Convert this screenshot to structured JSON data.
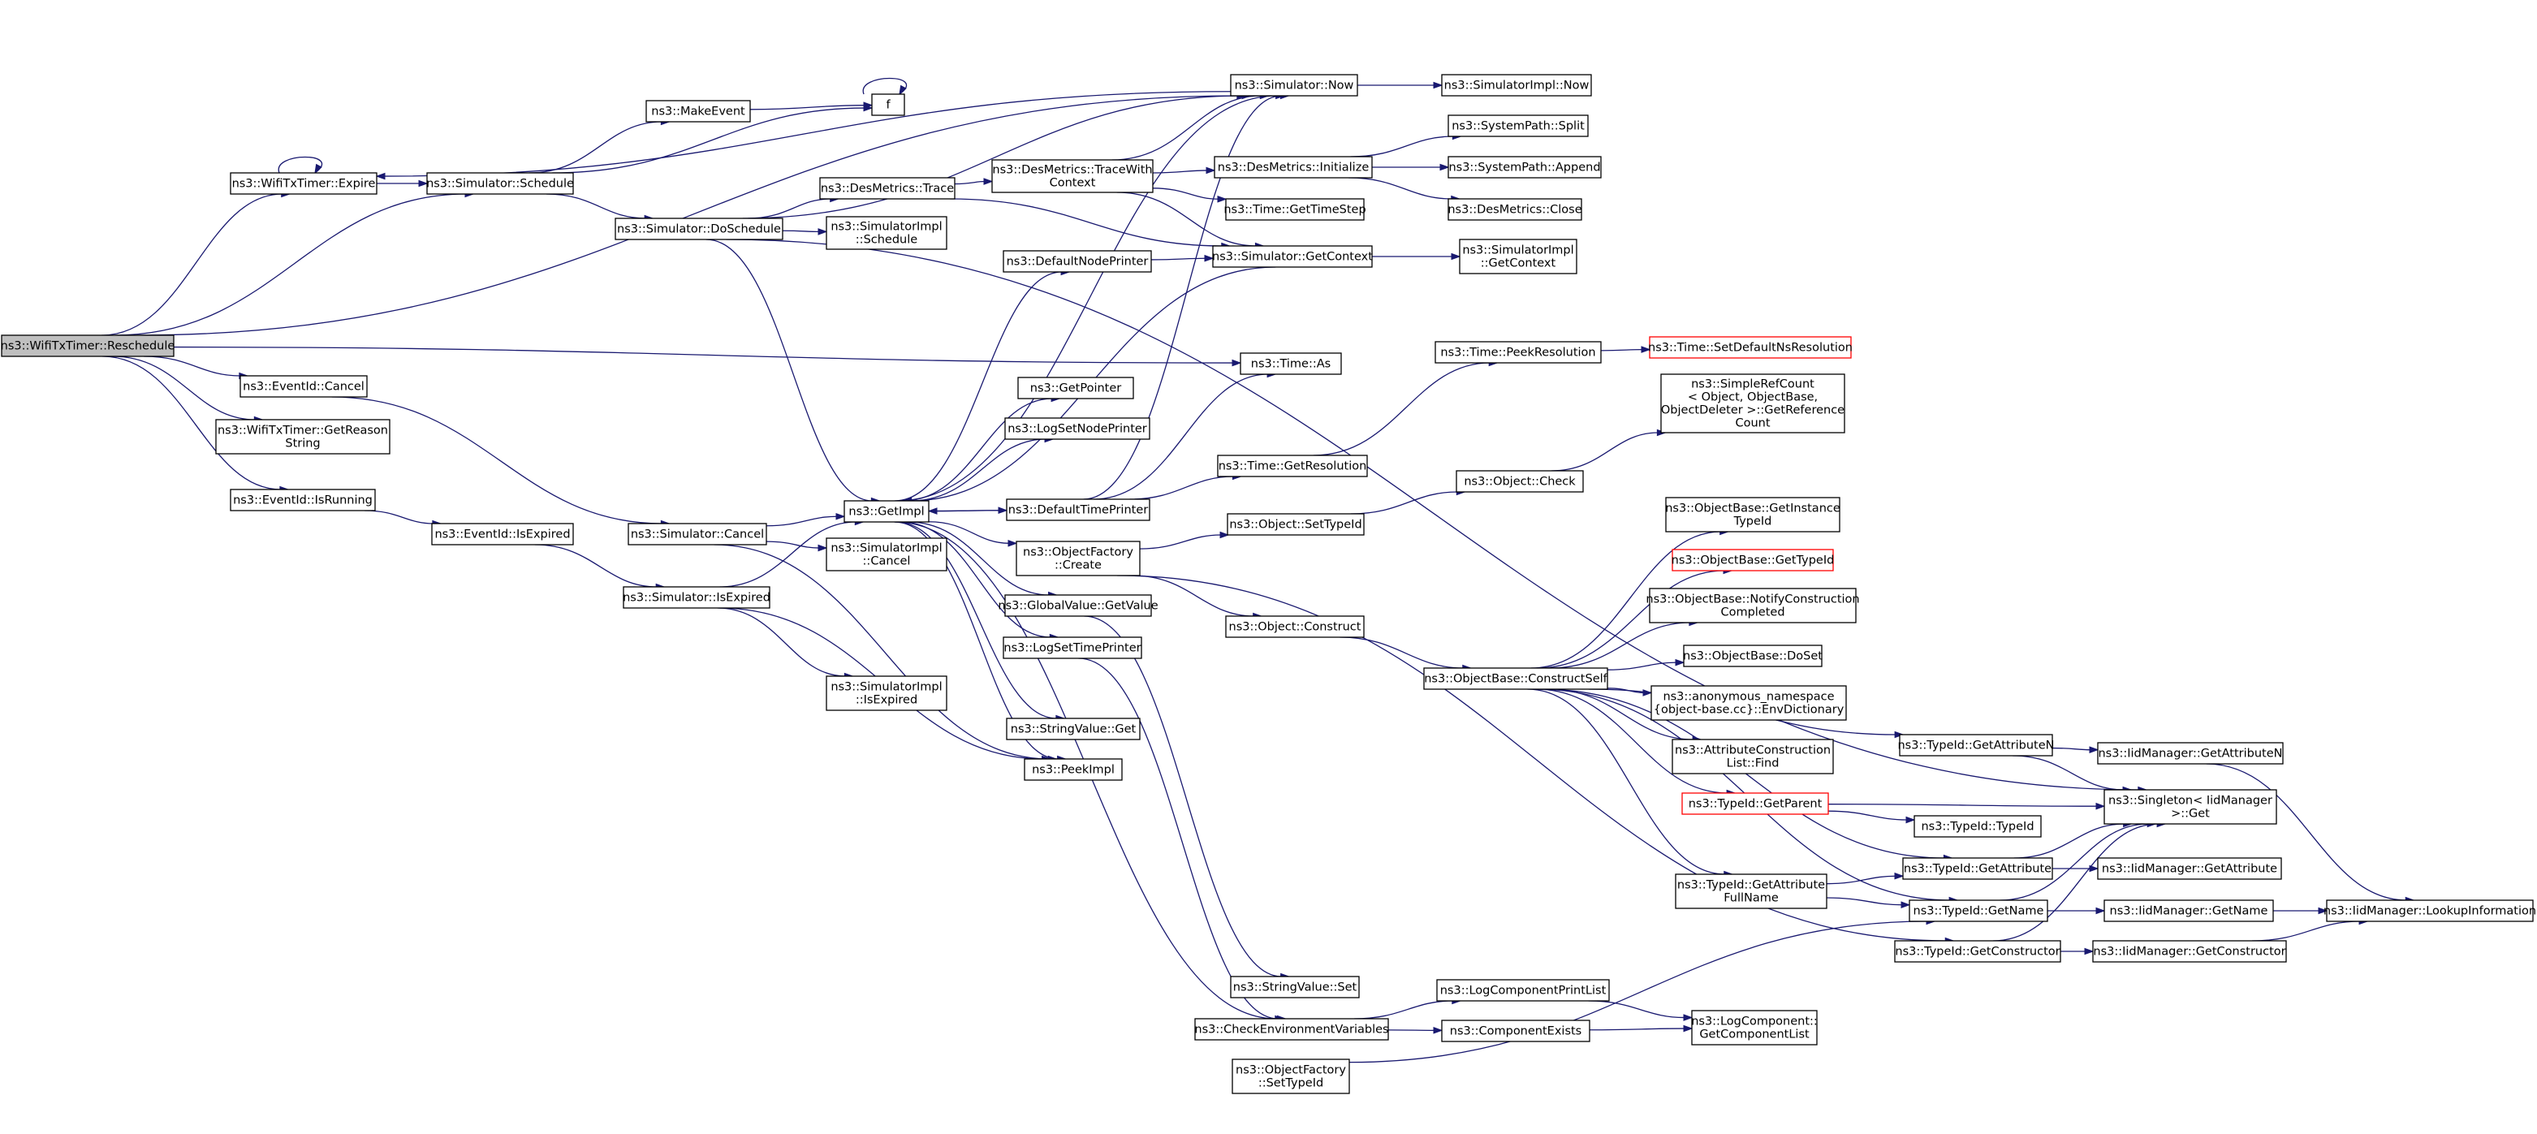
{
  "graph": {
    "nodes": [
      {
        "id": "reschedule",
        "lines": [
          "ns3::WifiTxTimer::Reschedule"
        ],
        "style": "root"
      },
      {
        "id": "expire",
        "lines": [
          "ns3::WifiTxTimer::Expire"
        ]
      },
      {
        "id": "sim_schedule",
        "lines": [
          "ns3::Simulator::Schedule"
        ]
      },
      {
        "id": "make_event",
        "lines": [
          "ns3::MakeEvent"
        ]
      },
      {
        "id": "f",
        "lines": [
          "f"
        ]
      },
      {
        "id": "sim_now",
        "lines": [
          "ns3::Simulator::Now"
        ]
      },
      {
        "id": "simimpl_now",
        "lines": [
          "ns3::SimulatorImpl::Now"
        ]
      },
      {
        "id": "sim_doschedule",
        "lines": [
          "ns3::Simulator::DoSchedule"
        ]
      },
      {
        "id": "desm_trace",
        "lines": [
          "ns3::DesMetrics::Trace"
        ]
      },
      {
        "id": "desm_tracewithctx",
        "lines": [
          "ns3::DesMetrics::TraceWith",
          "Context"
        ]
      },
      {
        "id": "desm_init",
        "lines": [
          "ns3::DesMetrics::Initialize"
        ]
      },
      {
        "id": "syspath_split",
        "lines": [
          "ns3::SystemPath::Split"
        ]
      },
      {
        "id": "syspath_append",
        "lines": [
          "ns3::SystemPath::Append"
        ]
      },
      {
        "id": "desm_close",
        "lines": [
          "ns3::DesMetrics::Close"
        ]
      },
      {
        "id": "time_gettimestep",
        "lines": [
          "ns3::Time::GetTimeStep"
        ]
      },
      {
        "id": "simimpl_schedule",
        "lines": [
          "ns3::SimulatorImpl",
          "::Schedule"
        ]
      },
      {
        "id": "default_node_printer",
        "lines": [
          "ns3::DefaultNodePrinter"
        ]
      },
      {
        "id": "sim_getcontext",
        "lines": [
          "ns3::Simulator::GetContext"
        ]
      },
      {
        "id": "simimpl_getcontext",
        "lines": [
          "ns3::SimulatorImpl",
          "::GetContext"
        ]
      },
      {
        "id": "eventid_cancel",
        "lines": [
          "ns3::EventId::Cancel"
        ]
      },
      {
        "id": "getreason",
        "lines": [
          "ns3::WifiTxTimer::GetReason",
          "String"
        ]
      },
      {
        "id": "eventid_isrunning",
        "lines": [
          "ns3::EventId::IsRunning"
        ]
      },
      {
        "id": "eventid_isexpired",
        "lines": [
          "ns3::EventId::IsExpired"
        ]
      },
      {
        "id": "sim_cancel",
        "lines": [
          "ns3::Simulator::Cancel"
        ]
      },
      {
        "id": "sim_isexpired",
        "lines": [
          "ns3::Simulator::IsExpired"
        ]
      },
      {
        "id": "get_impl",
        "lines": [
          "ns3::GetImpl"
        ]
      },
      {
        "id": "simimpl_cancel",
        "lines": [
          "ns3::SimulatorImpl",
          "::Cancel"
        ]
      },
      {
        "id": "simimpl_isexpired",
        "lines": [
          "ns3::SimulatorImpl",
          "::IsExpired"
        ]
      },
      {
        "id": "time_as",
        "lines": [
          "ns3::Time::As"
        ]
      },
      {
        "id": "time_peekres",
        "lines": [
          "ns3::Time::PeekResolution"
        ]
      },
      {
        "id": "time_setdefault",
        "lines": [
          "ns3::Time::SetDefaultNsResolution"
        ],
        "style": "red"
      },
      {
        "id": "get_pointer",
        "lines": [
          "ns3::GetPointer"
        ]
      },
      {
        "id": "log_setnodeprinter",
        "lines": [
          "ns3::LogSetNodePrinter"
        ]
      },
      {
        "id": "default_time_printer",
        "lines": [
          "ns3::DefaultTimePrinter"
        ]
      },
      {
        "id": "time_getres",
        "lines": [
          "ns3::Time::GetResolution"
        ]
      },
      {
        "id": "simplerefcount",
        "lines": [
          "ns3::SimpleRefCount",
          "< Object, ObjectBase,",
          "ObjectDeleter >::GetReference",
          "Count"
        ]
      },
      {
        "id": "object_check",
        "lines": [
          "ns3::Object::Check"
        ]
      },
      {
        "id": "object_settypeid",
        "lines": [
          "ns3::Object::SetTypeId"
        ]
      },
      {
        "id": "objfactory_create",
        "lines": [
          "ns3::ObjectFactory",
          "::Create"
        ]
      },
      {
        "id": "globalvalue_getvalue",
        "lines": [
          "ns3::GlobalValue::GetValue"
        ]
      },
      {
        "id": "log_settimeprinter",
        "lines": [
          "ns3::LogSetTimePrinter"
        ]
      },
      {
        "id": "object_construct",
        "lines": [
          "ns3::Object::Construct"
        ]
      },
      {
        "id": "ob_getinstancetypeid",
        "lines": [
          "ns3::ObjectBase::GetInstance",
          "TypeId"
        ]
      },
      {
        "id": "ob_gettypeid",
        "lines": [
          "ns3::ObjectBase::GetTypeId"
        ],
        "style": "red"
      },
      {
        "id": "ob_notify",
        "lines": [
          "ns3::ObjectBase::NotifyConstruction",
          "Completed"
        ]
      },
      {
        "id": "ob_constructself",
        "lines": [
          "ns3::ObjectBase::ConstructSelf"
        ]
      },
      {
        "id": "ob_doset",
        "lines": [
          "ns3::ObjectBase::DoSet"
        ]
      },
      {
        "id": "anon_envdict",
        "lines": [
          "ns3::anonymous_namespace",
          "{object-base.cc}::EnvDictionary"
        ]
      },
      {
        "id": "attrconstr_find",
        "lines": [
          "ns3::AttributeConstruction",
          "List::Find"
        ]
      },
      {
        "id": "stringvalue_get",
        "lines": [
          "ns3::StringValue::Get"
        ]
      },
      {
        "id": "peek_impl",
        "lines": [
          "ns3::PeekImpl"
        ]
      },
      {
        "id": "typeid_getattrn",
        "lines": [
          "ns3::TypeId::GetAttributeN"
        ]
      },
      {
        "id": "iid_getattrn",
        "lines": [
          "ns3::IidManager::GetAttributeN"
        ]
      },
      {
        "id": "singleton_get",
        "lines": [
          "ns3::Singleton< IidManager",
          ">::Get"
        ]
      },
      {
        "id": "typeid_getparent",
        "lines": [
          "ns3::TypeId::GetParent"
        ],
        "style": "red"
      },
      {
        "id": "typeid_typeid",
        "lines": [
          "ns3::TypeId::TypeId"
        ]
      },
      {
        "id": "typeid_getattr",
        "lines": [
          "ns3::TypeId::GetAttribute"
        ]
      },
      {
        "id": "iid_getattr",
        "lines": [
          "ns3::IidManager::GetAttribute"
        ]
      },
      {
        "id": "typeid_getattrfullname",
        "lines": [
          "ns3::TypeId::GetAttribute",
          "FullName"
        ]
      },
      {
        "id": "typeid_getname",
        "lines": [
          "ns3::TypeId::GetName"
        ]
      },
      {
        "id": "iid_getname",
        "lines": [
          "ns3::IidManager::GetName"
        ]
      },
      {
        "id": "iid_lookup",
        "lines": [
          "ns3::IidManager::LookupInformation"
        ]
      },
      {
        "id": "typeid_getconstructor",
        "lines": [
          "ns3::TypeId::GetConstructor"
        ]
      },
      {
        "id": "iid_getconstructor",
        "lines": [
          "ns3::IidManager::GetConstructor"
        ]
      },
      {
        "id": "stringvalue_set",
        "lines": [
          "ns3::StringValue::Set"
        ]
      },
      {
        "id": "log_componentprintlist",
        "lines": [
          "ns3::LogComponentPrintList"
        ]
      },
      {
        "id": "check_env",
        "lines": [
          "ns3::CheckEnvironmentVariables"
        ]
      },
      {
        "id": "component_exists",
        "lines": [
          "ns3::ComponentExists"
        ]
      },
      {
        "id": "log_getcomponentlist",
        "lines": [
          "ns3::LogComponent::",
          "GetComponentList"
        ]
      },
      {
        "id": "objfactory_settypeid",
        "lines": [
          "ns3::ObjectFactory",
          "::SetTypeId"
        ]
      }
    ],
    "edges": [
      [
        "reschedule",
        "sim_now"
      ],
      [
        "reschedule",
        "expire"
      ],
      [
        "reschedule",
        "sim_schedule"
      ],
      [
        "reschedule",
        "time_as"
      ],
      [
        "reschedule",
        "eventid_cancel"
      ],
      [
        "reschedule",
        "getreason"
      ],
      [
        "reschedule",
        "eventid_isrunning"
      ],
      [
        "expire",
        "expire"
      ],
      [
        "expire",
        "sim_schedule"
      ],
      [
        "sim_schedule",
        "make_event"
      ],
      [
        "sim_schedule",
        "f"
      ],
      [
        "sim_schedule",
        "sim_doschedule"
      ],
      [
        "make_event",
        "f"
      ],
      [
        "f",
        "f"
      ],
      [
        "sim_now",
        "expire"
      ],
      [
        "sim_now",
        "simimpl_now"
      ],
      [
        "sim_doschedule",
        "sim_now"
      ],
      [
        "sim_doschedule",
        "desm_trace"
      ],
      [
        "sim_doschedule",
        "simimpl_schedule"
      ],
      [
        "sim_doschedule",
        "get_impl"
      ],
      [
        "sim_doschedule",
        "singleton_get"
      ],
      [
        "desm_trace",
        "desm_tracewithctx"
      ],
      [
        "desm_trace",
        "sim_getcontext"
      ],
      [
        "desm_tracewithctx",
        "sim_now"
      ],
      [
        "desm_tracewithctx",
        "desm_init"
      ],
      [
        "desm_tracewithctx",
        "time_gettimestep"
      ],
      [
        "desm_tracewithctx",
        "sim_getcontext"
      ],
      [
        "desm_init",
        "syspath_split"
      ],
      [
        "desm_init",
        "syspath_append"
      ],
      [
        "desm_init",
        "desm_close"
      ],
      [
        "default_node_printer",
        "sim_getcontext"
      ],
      [
        "sim_getcontext",
        "simimpl_getcontext"
      ],
      [
        "sim_getcontext",
        "get_impl"
      ],
      [
        "eventid_cancel",
        "sim_cancel"
      ],
      [
        "eventid_isrunning",
        "eventid_isexpired"
      ],
      [
        "eventid_isexpired",
        "sim_isexpired"
      ],
      [
        "sim_cancel",
        "get_impl"
      ],
      [
        "sim_cancel",
        "simimpl_cancel"
      ],
      [
        "sim_cancel",
        "peek_impl"
      ],
      [
        "sim_isexpired",
        "get_impl"
      ],
      [
        "sim_isexpired",
        "simimpl_isexpired"
      ],
      [
        "sim_isexpired",
        "peek_impl"
      ],
      [
        "get_impl",
        "sim_now"
      ],
      [
        "get_impl",
        "default_node_printer"
      ],
      [
        "get_impl",
        "get_pointer"
      ],
      [
        "get_impl",
        "log_setnodeprinter"
      ],
      [
        "get_impl",
        "default_time_printer"
      ],
      [
        "get_impl",
        "objfactory_create"
      ],
      [
        "get_impl",
        "globalvalue_getvalue"
      ],
      [
        "get_impl",
        "log_settimeprinter"
      ],
      [
        "get_impl",
        "stringvalue_get"
      ],
      [
        "get_impl",
        "peek_impl"
      ],
      [
        "get_impl",
        "check_env"
      ],
      [
        "default_time_printer",
        "sim_now"
      ],
      [
        "default_time_printer",
        "time_as"
      ],
      [
        "default_time_printer",
        "time_getres"
      ],
      [
        "default_time_printer",
        "get_impl"
      ],
      [
        "time_getres",
        "time_peekres"
      ],
      [
        "time_peekres",
        "time_setdefault"
      ],
      [
        "objfactory_create",
        "object_settypeid"
      ],
      [
        "objfactory_create",
        "object_construct"
      ],
      [
        "objfactory_create",
        "typeid_getconstructor"
      ],
      [
        "object_settypeid",
        "object_check"
      ],
      [
        "object_check",
        "simplerefcount"
      ],
      [
        "object_construct",
        "ob_constructself"
      ],
      [
        "globalvalue_getvalue",
        "stringvalue_set"
      ],
      [
        "log_settimeprinter",
        "check_env"
      ],
      [
        "ob_constructself",
        "ob_getinstancetypeid"
      ],
      [
        "ob_constructself",
        "ob_gettypeid"
      ],
      [
        "ob_constructself",
        "ob_notify"
      ],
      [
        "ob_constructself",
        "ob_doset"
      ],
      [
        "ob_constructself",
        "anon_envdict"
      ],
      [
        "ob_constructself",
        "attrconstr_find"
      ],
      [
        "ob_constructself",
        "typeid_getparent"
      ],
      [
        "ob_constructself",
        "typeid_getattrn"
      ],
      [
        "ob_constructself",
        "typeid_getattr"
      ],
      [
        "ob_constructself",
        "typeid_getattrfullname"
      ],
      [
        "ob_constructself",
        "typeid_getname"
      ],
      [
        "typeid_getattrn",
        "iid_getattrn"
      ],
      [
        "typeid_getattrn",
        "singleton_get"
      ],
      [
        "iid_getattrn",
        "iid_lookup"
      ],
      [
        "typeid_getparent",
        "typeid_typeid"
      ],
      [
        "typeid_getparent",
        "singleton_get"
      ],
      [
        "typeid_getattr",
        "iid_getattr"
      ],
      [
        "typeid_getattr",
        "singleton_get"
      ],
      [
        "typeid_getattrfullname",
        "typeid_getattr"
      ],
      [
        "typeid_getattrfullname",
        "typeid_getname"
      ],
      [
        "typeid_getname",
        "iid_getname"
      ],
      [
        "typeid_getname",
        "singleton_get"
      ],
      [
        "iid_getname",
        "iid_lookup"
      ],
      [
        "typeid_getconstructor",
        "iid_getconstructor"
      ],
      [
        "typeid_getconstructor",
        "singleton_get"
      ],
      [
        "iid_getconstructor",
        "iid_lookup"
      ],
      [
        "check_env",
        "log_componentprintlist"
      ],
      [
        "check_env",
        "component_exists"
      ],
      [
        "log_componentprintlist",
        "log_getcomponentlist"
      ],
      [
        "component_exists",
        "log_getcomponentlist"
      ],
      [
        "objfactory_settypeid",
        "typeid_getname"
      ]
    ]
  },
  "colors": {
    "edge": "#191970",
    "root_fill": "#bfbfbf",
    "node_border": "#000000",
    "highlight_border": "#ff0000"
  }
}
